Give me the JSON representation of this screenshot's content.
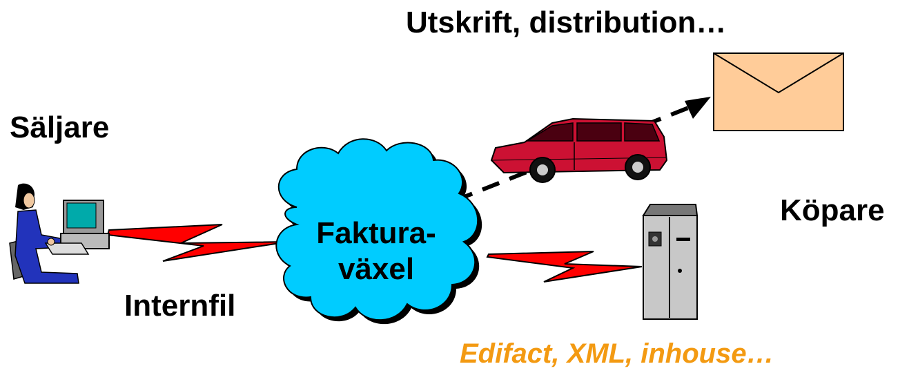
{
  "labels": {
    "top": "Utskrift, distribution…",
    "seller": "Säljare",
    "buyer": "Köpare",
    "internal_file": "Internfil",
    "hub_line1": "Faktura-",
    "hub_line2": "växel",
    "formats": "Edifact, XML, inhouse…"
  },
  "colors": {
    "cloud": "#00ccff",
    "envelope": "#ffcc99",
    "van": "#cc1133",
    "lightning": "#ff0000",
    "formats_text": "#f39a12"
  },
  "icons": [
    "person-computer-icon",
    "cloud-icon",
    "van-icon",
    "envelope-icon",
    "server-icon",
    "lightning-icon"
  ]
}
